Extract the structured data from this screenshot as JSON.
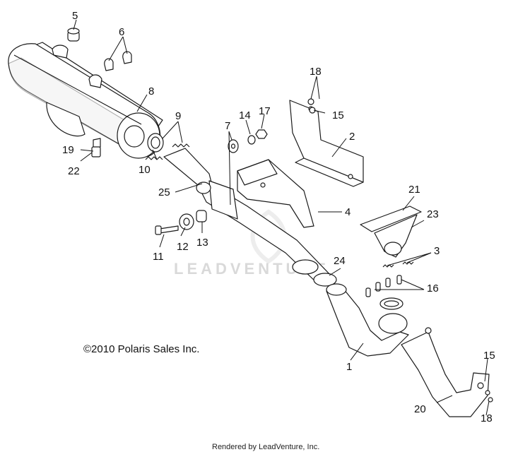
{
  "copyright": "©2010 Polaris Sales Inc.",
  "footer": "Rendered by LeadVenture, Inc.",
  "watermark": "LEADVENTURE",
  "callouts": [
    "5",
    "6",
    "8",
    "9",
    "7",
    "14",
    "17",
    "18",
    "15",
    "2",
    "19",
    "22",
    "10",
    "25",
    "4",
    "11",
    "12",
    "13",
    "21",
    "23",
    "3",
    "24",
    "16",
    "1",
    "15",
    "20",
    "18"
  ]
}
